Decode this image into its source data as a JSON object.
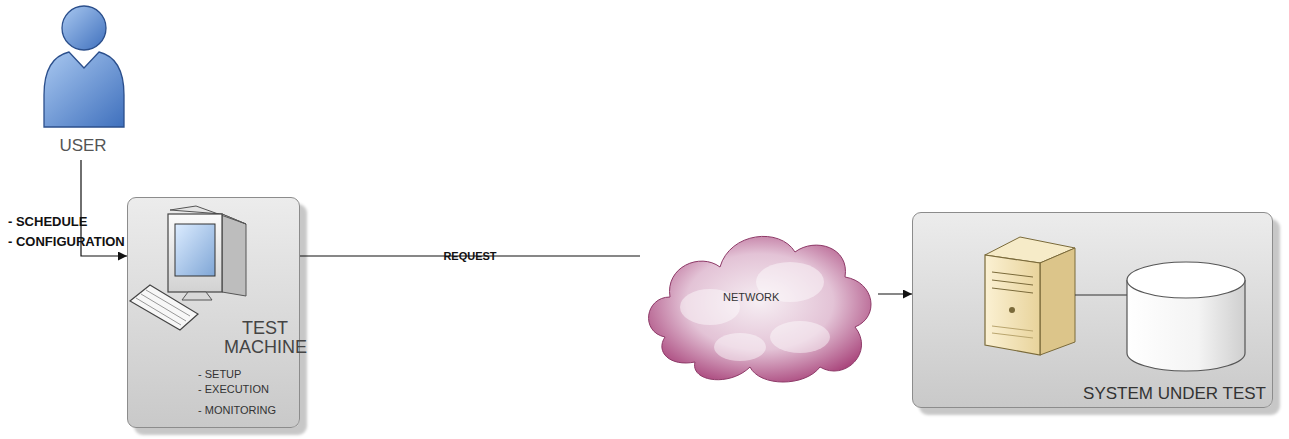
{
  "diagram": {
    "nodes": [
      {
        "text": [
          "USER"
        ]
      },
      {
        "text": [
          "TEST MACHINE",
          "- SETUP",
          "- EXECUTION",
          "- MONITORING"
        ]
      },
      {
        "text": [
          "NETWORK"
        ]
      },
      {
        "text": [
          "SYSTEM UNDER TEST"
        ]
      }
    ],
    "edges": [
      {
        "from": 0,
        "to": 1,
        "arrow": "to"
      },
      {
        "from": 1,
        "to": 2,
        "label": "REQUEST",
        "arrow": "none"
      },
      {
        "from": 2,
        "to": 3,
        "arrow": "to"
      }
    ],
    "labels": [
      "- SCHEDULE",
      "- CONFIGURATION"
    ]
  }
}
